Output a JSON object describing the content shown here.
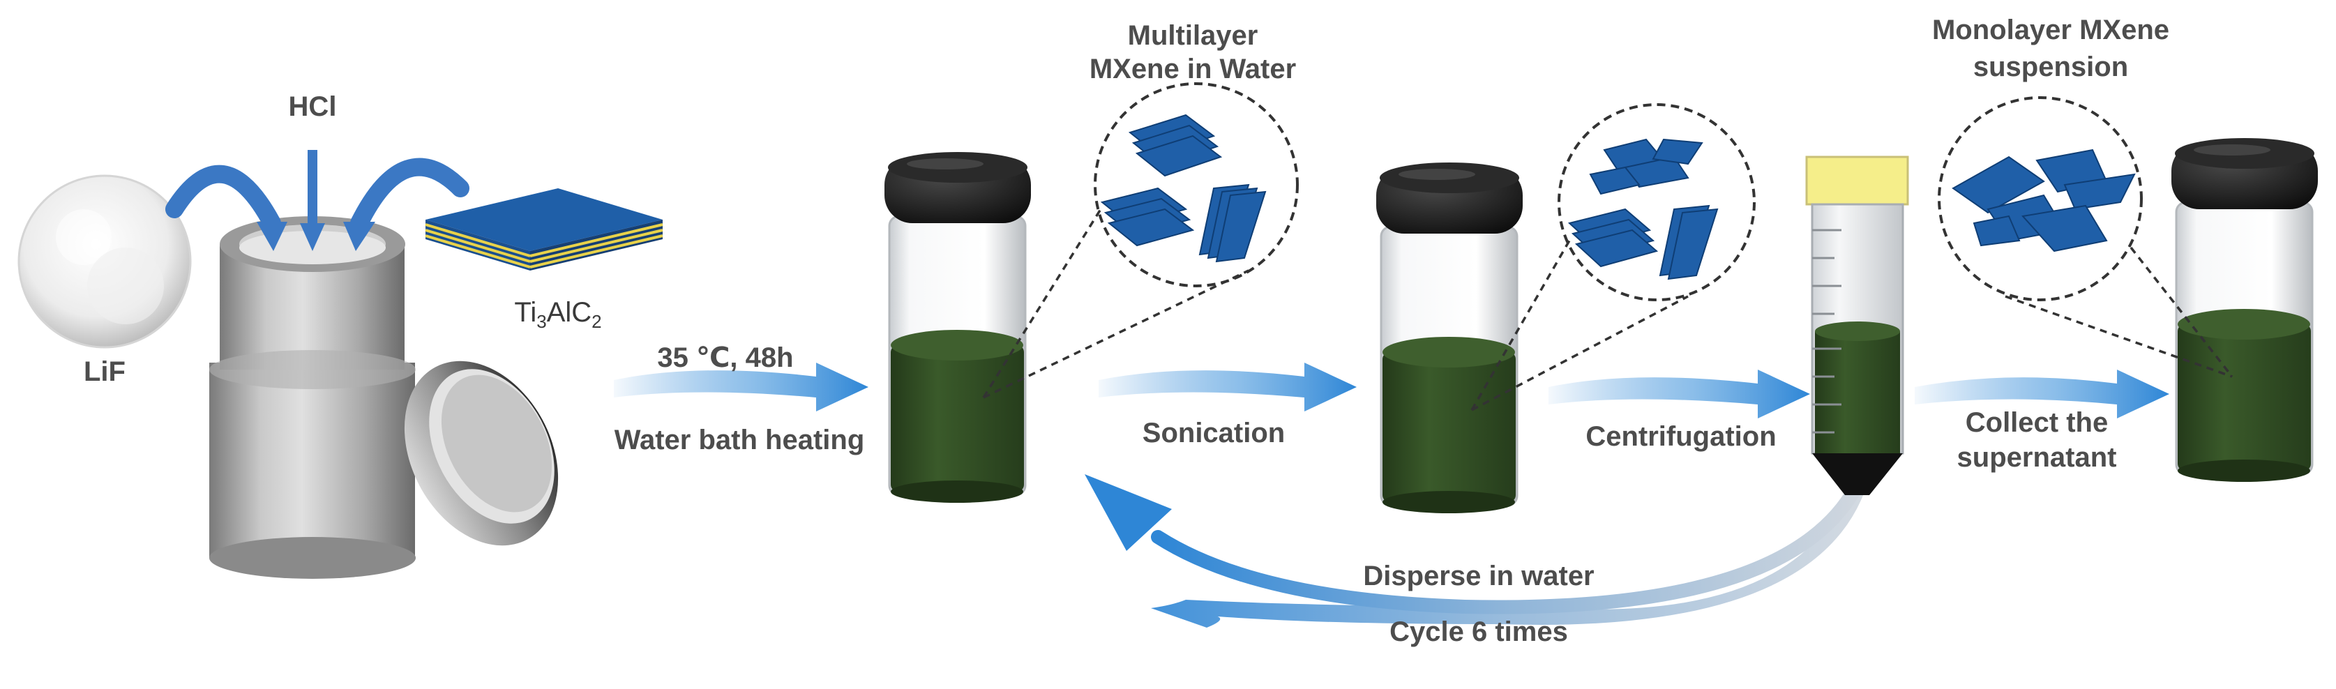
{
  "labels": {
    "hcl": "HCl",
    "lif": "LiF",
    "ti_prefix": "Ti",
    "ti_sub1": "3",
    "ti_mid": "AlC",
    "ti_sub2": "2",
    "heat_condition": "35 ℃, 48h",
    "water_bath": "Water bath heating",
    "multilayer_line1": "Multilayer",
    "multilayer_line2": "MXene in Water",
    "sonication": "Sonication",
    "centrifugation": "Centrifugation",
    "monolayer_line1": "Monolayer MXene",
    "monolayer_line2": "suspension",
    "collect_line1": "Collect the",
    "collect_line2": "supernatant",
    "disperse": "Disperse in water",
    "cycle": "Cycle 6 times"
  },
  "colors": {
    "text": "#4d4d4d",
    "arrow_blue": "#2e86d6",
    "liquid_green": "#2f4a22",
    "flake_blue": "#1f5fa8",
    "cap_black": "#1a1a1a",
    "tube_cap_yellow": "#f5ee8a",
    "layer_yellow": "#e8d24a",
    "reactor_gray": "#a6a6a6"
  }
}
